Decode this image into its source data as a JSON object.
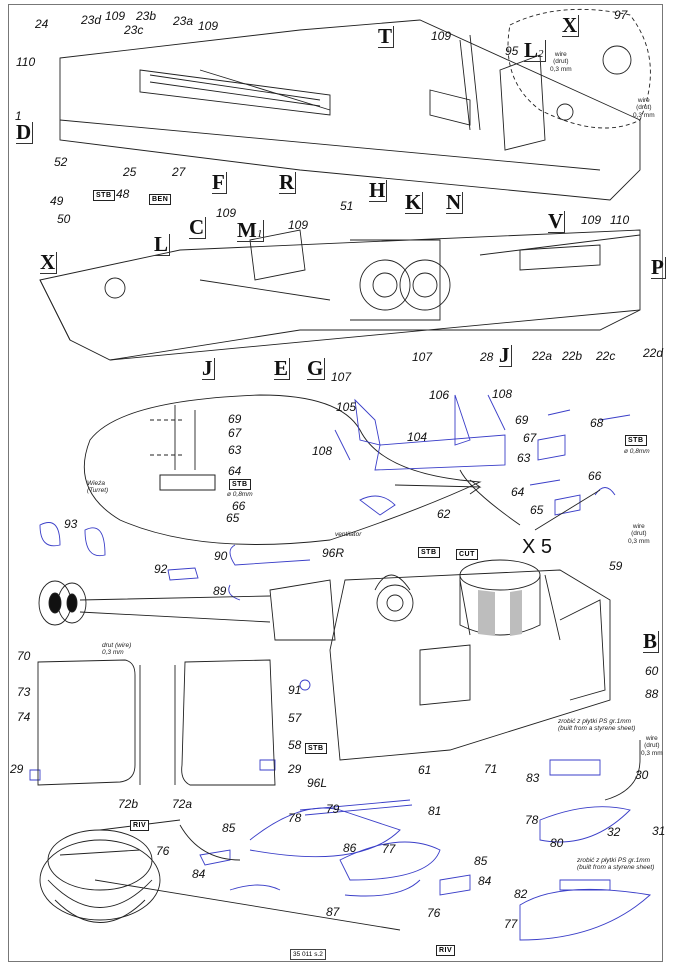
{
  "page": {
    "page_id": "35 011 s.2",
    "type": "model kit photo-etch assembly instructions"
  },
  "colors": {
    "line": "#222222",
    "etched_part": "#3a3ec8",
    "shade": "#bdbdbd"
  },
  "letter_labels": [
    {
      "id": "D",
      "text": "D"
    },
    {
      "id": "T",
      "text": "T"
    },
    {
      "id": "F",
      "text": "F"
    },
    {
      "id": "R",
      "text": "R"
    },
    {
      "id": "H",
      "text": "H"
    },
    {
      "id": "K",
      "text": "K"
    },
    {
      "id": "N",
      "text": "N"
    },
    {
      "id": "L2",
      "text": "L",
      "sub": "2"
    },
    {
      "id": "X-top",
      "text": "X"
    },
    {
      "id": "C",
      "text": "C"
    },
    {
      "id": "M1",
      "text": "M",
      "sub": "1"
    },
    {
      "id": "X-mid",
      "text": "X"
    },
    {
      "id": "L",
      "text": "L"
    },
    {
      "id": "J-left",
      "text": "J"
    },
    {
      "id": "E",
      "text": "E"
    },
    {
      "id": "G",
      "text": "G"
    },
    {
      "id": "V",
      "text": "V"
    },
    {
      "id": "P",
      "text": "P"
    },
    {
      "id": "J-right",
      "text": "J"
    },
    {
      "id": "B",
      "text": "B"
    }
  ],
  "part_numbers": {
    "top_panel": [
      "24",
      "23d",
      "109",
      "23c",
      "23b",
      "23a",
      "109",
      "110",
      "1",
      "52",
      "25",
      "27",
      "49",
      "50",
      "48",
      "109",
      "95",
      "97",
      "51"
    ],
    "middle_panel": [
      "109",
      "109",
      "109",
      "110",
      "107",
      "107",
      "28",
      "22a",
      "22b",
      "22c",
      "22d"
    ],
    "detail_inset": [
      "69",
      "67",
      "63",
      "64",
      "66",
      "65"
    ],
    "fender_parts": [
      "105",
      "106",
      "108",
      "108",
      "104",
      "69",
      "67",
      "68",
      "63",
      "64",
      "66",
      "65"
    ],
    "turret_parts": [
      "93",
      "92",
      "90",
      "89",
      "96R",
      "62",
      "59",
      "60",
      "88",
      "91",
      "70",
      "73",
      "74",
      "72b",
      "72a",
      "57",
      "58",
      "29",
      "29",
      "61",
      "71",
      "96L"
    ],
    "bottom_parts": [
      "79",
      "81",
      "78",
      "86",
      "77",
      "85",
      "84",
      "87",
      "76",
      "76",
      "84",
      "85",
      "83",
      "78",
      "80",
      "30",
      "31",
      "32",
      "82",
      "77"
    ]
  },
  "tags": {
    "stb": "STB",
    "ben": "BEN",
    "cut": "CUT",
    "riv": "RIV"
  },
  "notes": {
    "wire_drut": [
      "wire",
      "(drut)",
      "0,3 mm"
    ],
    "drut_wire": [
      "drut (wire)",
      "0,3 mm"
    ],
    "stb_dia": "ø 0,8mm",
    "turret": [
      "Wieża",
      "(Turret)"
    ],
    "ventilator": "ventilator",
    "styrene": [
      "zrobić z płytki PS gr.1mm",
      "(built from a styrene sheet)"
    ],
    "multiplier": "X 5"
  }
}
